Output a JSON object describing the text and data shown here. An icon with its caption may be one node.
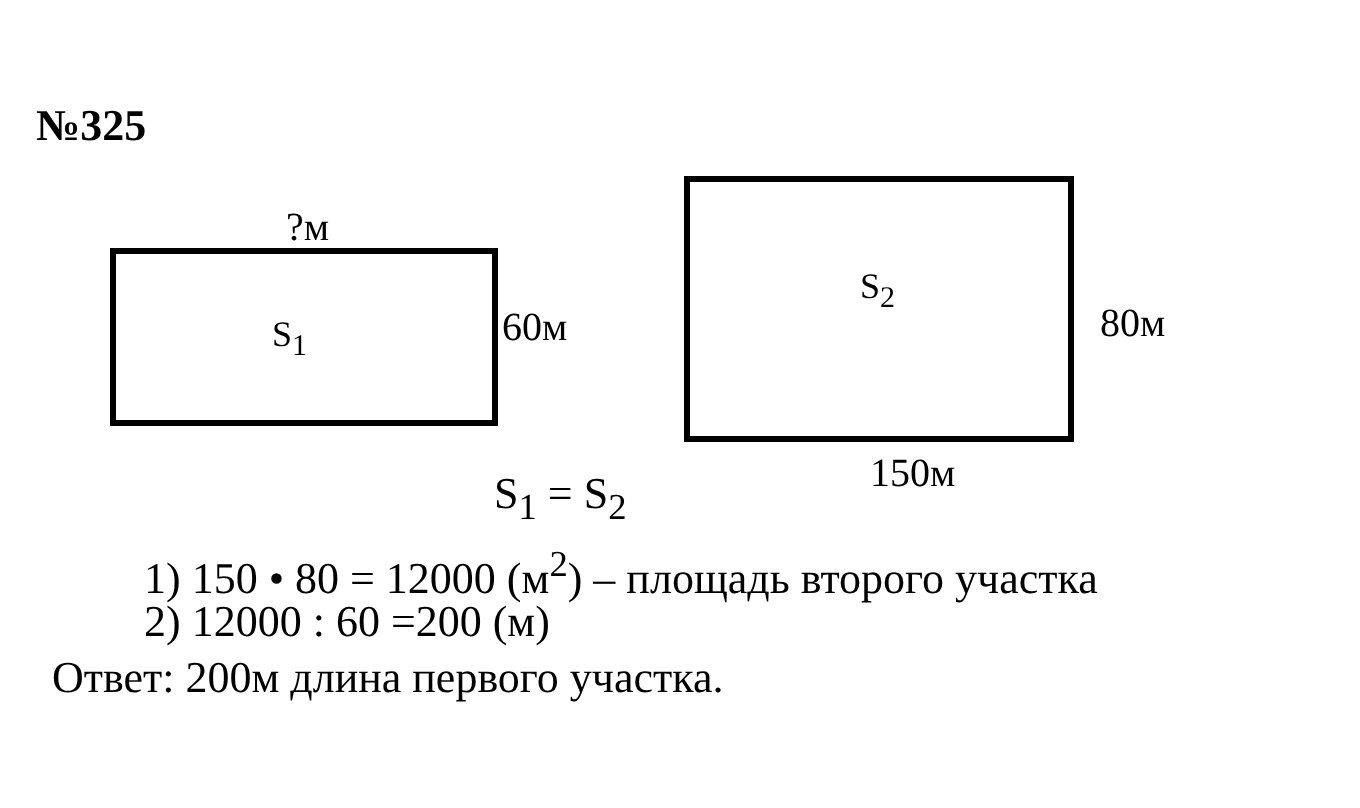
{
  "diagram": {
    "title": "№325",
    "nodes": [
      {
        "text": [
          "S$_{1}$"
        ],
        "beside": [
          "?м",
          "60м"
        ]
      },
      {
        "text": [
          "S$_{2}$"
        ],
        "beside": [
          "80м",
          "150м"
        ]
      }
    ],
    "edges": [],
    "labels": [
      "S$_{1}$ = S$_{2}$",
      "1) 150 • 80 = 12000 (м$^{2}$) – площадь второго участка",
      "2) 12000 : 60 =200 (м)",
      "Ответ: 200м длина первого участка."
    ]
  }
}
